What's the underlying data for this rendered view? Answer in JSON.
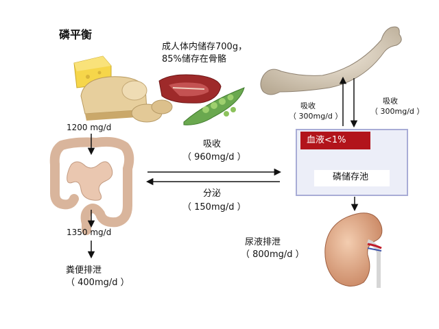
{
  "title": "磷平衡",
  "storage_note": {
    "line1": "成人体内储存700g，",
    "line2": "85%储存在骨骼"
  },
  "intestine": {
    "intake": "1200 mg/d",
    "to_feces": "1350 mg/d",
    "fecal_title": "粪便排泄",
    "fecal_value": "（ 400mg/d ）"
  },
  "exchange": {
    "absorb_title": "吸收",
    "absorb_value": "（ 960mg/d ）",
    "secrete_title": "分泌",
    "secrete_value": "（ 150mg/d ）"
  },
  "bone": {
    "absorb_title": "吸收",
    "absorb_value": "（ 300mg/d ）",
    "release_title": "吸收",
    "release_value": "（ 300mg/d ）"
  },
  "pool": {
    "blood_label": "血液<1%",
    "pool_label": "磷储存池"
  },
  "kidney": {
    "urine_title": "尿液排泄",
    "urine_value": "（ 800mg/d ）"
  },
  "colors": {
    "blood": "#b2141b",
    "pool_fill": "#eceef8",
    "pool_border": "#a8acd6",
    "arrow": "#111111"
  },
  "icons": [
    "food-illustration",
    "bone-illustration",
    "intestine-illustration",
    "kidney-illustration"
  ]
}
